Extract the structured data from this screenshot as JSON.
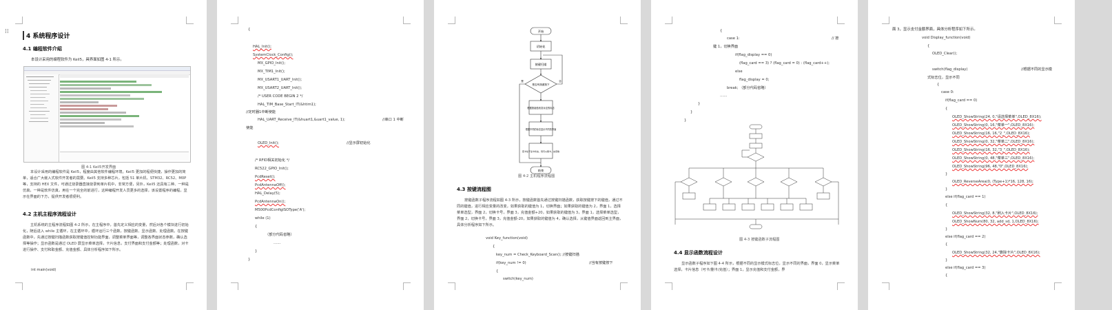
{
  "page1": {
    "heading": "4 系统程序设计",
    "sec_4_1": "4.1  编程软件介绍",
    "intro": "本设计采用的编程软件为 Keil5，具界面如图 4-1 所示。",
    "fig_4_1": "图 4-1 Keil5开发界面",
    "para1": "本设计采用的编程软件是 Keil5，程度由其他软件编程环境。Keil5 更加的程便快捷，操作更加的简单，适合广大嵌入式软件开发者的需要。Keil5 支持多种芯片，包括 51 单片机、STM32、RC52、M0P 等，支持的 HEX 文件，可通过烧录器直接烧录到单片机中，非常方便，另外，Keil5 还具有二种、一种是仿真，一种是软件仿真，用在一个完全的前进行，这种编程开发人员更多的选择，该设置程序的编程，显示在界面的下方，提供开发者很便利。",
    "sec_4_2": "4.2  主机主程序流程设计",
    "para2": "主机系统的主程序流程如图 4-2 所示，在主程序中，首先定义相应的变量，然后对各个模块进行初始化，随后进入 while 主循环，在主循环中，循环运行三个函数，按键函数、显示函数、处理函数。在按键函数中，先通过按键扫描函数获取按键值控制功能界面，调整菜单界面等，调整各界面状态参数，确认选择等操作；显示函数是通过 OLED 屏显示菜单选择，卡片信息，支付界面和支付金额等；处理函数，对卡进行操作、支付和取金额、充值金额、具体分析程序如下所示。",
    "code_main": "int main(void)"
  },
  "page2": {
    "lines": [
      "{",
      "HAL_Init();",
      "SystemClock_Config();",
      "MX_GPIO_Init();",
      "MX_TIM1_Init();",
      "MX_USART1_UART_Init();",
      "MX_USART2_UART_Init();",
      "/* USER CODE BEGIN 2 */",
      "HAL_TIM_Base_Start_IT(&htim1);",
      "//定时器1中断使能",
      "HAL_UART_Receive_IT(&huart1,&uart1_value, 1);",
      "//串口 1 中断",
      "使能",
      "OLED_Init();",
      "//显示屏初始化",
      "/* RFID相关初始化 */",
      "RC522_GPIO_Init();",
      "PcdReset();",
      "PcdAntennaOff();",
      "HAL_Delay(5);",
      "PcdAntennaOn();",
      "M500PcdConfigISOType('A');",
      "while (1)",
      "{",
      "（部分代码省略）",
      "……",
      "}",
      "}"
    ]
  },
  "page3": {
    "flow": [
      "开始",
      "初始化",
      "按键扫描",
      "是否有按键按下",
      "是",
      "否",
      "根据按键值改变对应的标志",
      "根据不同的标志显示不同的界面",
      "若卡处于读卡状态，则可以刷卡，充值等",
      "结束"
    ],
    "fig_4_2": "图 4-2  主机程序流程图",
    "sec_4_3": "4.3  按键流程图",
    "para3": "按键函数子程序流程如图 4-3 所示，按键函数首先通过按键扫描函数，获取按键按下的键值，通过不同的键值，进行相应变量的改变，如果获取的键值为 1，切换界面；如果获取的键值为 2，界面 1，选择菜单选型，界面 2，切换卡号，界面 3，充值金额+20，如果获取的键值为 3，界面 1，选择菜单选型，界面 2，切换卡号，界面 3，充值金额-20，如果获取的键值为 4，确认选择，从键值界面返回到主界面，具体分析程序如下所示。",
    "code": [
      "void Key_function(void)",
      "{",
      "key_num = Check_Keyboard_Scan(); //按键扫描",
      "if(key_num != 0)",
      "//当有按键按下",
      "{",
      "switch(key_num)"
    ]
  },
  "page4": {
    "code": [
      "{",
      "case 1:",
      "//  按",
      "键 1，切换界面",
      "if(flag_display == 0)",
      "(flag_card == 3) ? (flag_card = 0) : (flag_card++);",
      "else",
      "flag_display = 0;",
      "break; （部分代码省略）",
      "……",
      "}",
      "}",
      "}"
    ],
    "fig_4_3": "图 4-3  按键函数子流程图",
    "sec_4_4": "4.4  显示函数流程设计",
    "para4": "显示函数子程序如下图 4-4 所示，根据不同的显示模式标志位，显示不同的界面，界面 0，显示菜单选择，卡片信息（可卡/删卡/充值）；界面 1，显示充值和支付金额，界"
  },
  "page5": {
    "intro": "面 3，显示支付金额界面，具体分析程序如下所示。",
    "lines": [
      "void Display_function(void)",
      "{",
      "OLED_Clear();",
      "switch(flag_display)",
      "//根据不同的显示模",
      "式标志位，显示不同",
      "{",
      "case 0:",
      "if(flag_card == 0)",
      "{",
      "OLED_ShowString(24, 0,\"请选择菜单\",OLED_8X16);",
      "OLED_ShowString(0, 16,\"菜单一\",OLED_8X16);",
      "OLED_ShowString(16, 16,\"2_\",OLED_8X16);",
      "OLED_ShowString(0, 32,\"菜单二\",OLED_8X16);",
      "OLED_ShowString(16, 32,\"3_\",OLED_8X16);",
      "OLED_ShowString(0, 48,\"菜单三\",OLED_8X16);",
      "OLED_ShowString(96, 48,\"0\",OLED_8X16);",
      "}",
      "OLED_ReverseArea(0, (Type+1)*16, 128, 16);",
      "}",
      "else if(flag_card == 1)",
      "{",
      "OLED_ShowString(32, 8,\"刷入卡片\",OLED_8X16);",
      "OLED_ShowNum(80, 32, add_sd, 1,OLED_8X16);",
      "}",
      "else if(flag_card == 2)",
      "{",
      "OLED_ShowString(32, 24,\"删除卡片\",OLED_8X16);",
      "}",
      "else if(flag_card == 3)",
      "{"
    ]
  }
}
